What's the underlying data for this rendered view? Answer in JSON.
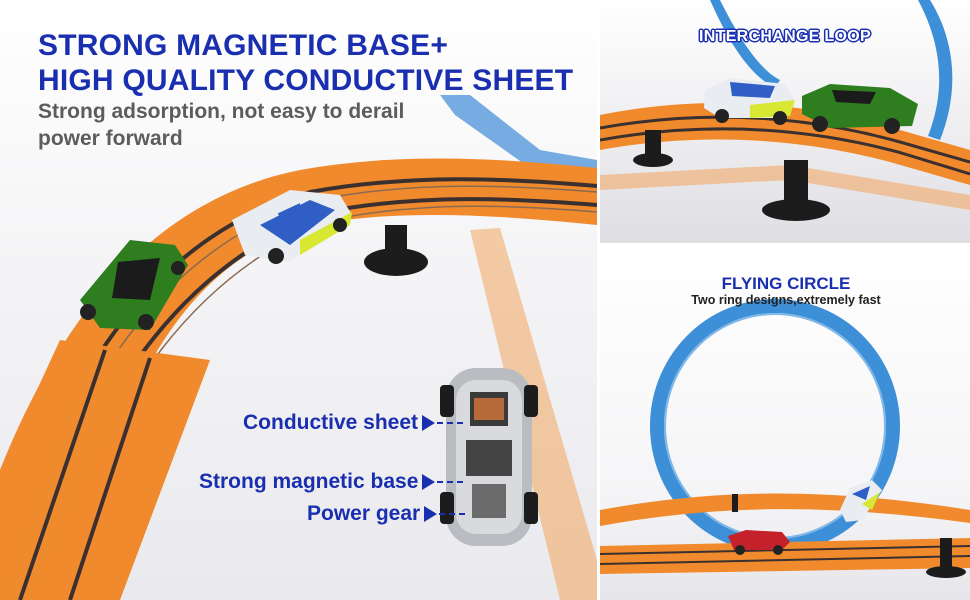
{
  "main": {
    "headline_line1": "STRONG MAGNETIC BASE+",
    "headline_line2": "HIGH QUALITY CONDUCTIVE SHEET",
    "subline_line1": "Strong adsorption, not easy to derail",
    "subline_line2": "power forward",
    "callouts": [
      {
        "label": "Conductive sheet"
      },
      {
        "label": "Strong magnetic base"
      },
      {
        "label": "Power gear"
      }
    ]
  },
  "interchange_panel": {
    "label": "INTERCHANGE LOOP"
  },
  "flying_panel": {
    "title": "FLYING CIRCLE",
    "subtitle": "Two ring designs,extremely fast"
  },
  "colors": {
    "brand_blue": "#1a2fb0",
    "subline_gray": "#5c5c5c",
    "track_orange": "#f08a2c",
    "loop_blue": "#3d8fd8"
  }
}
